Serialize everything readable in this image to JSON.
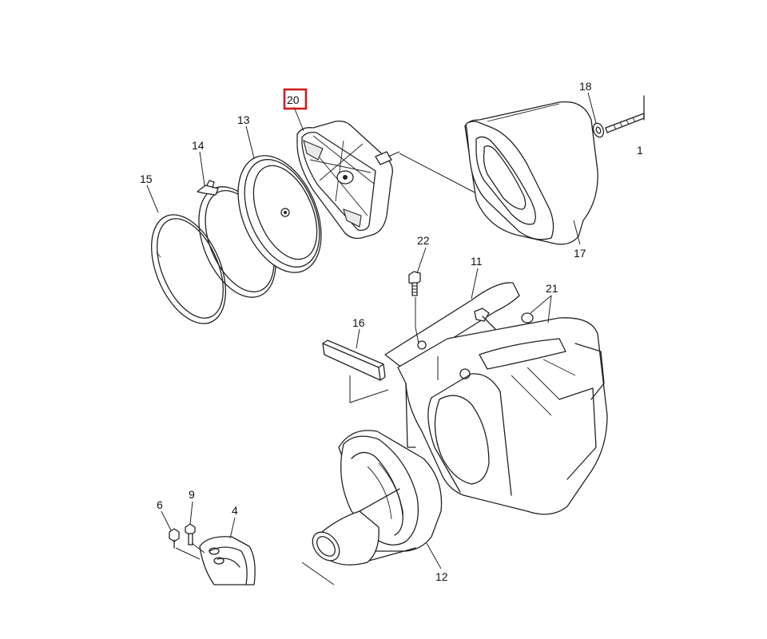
{
  "diagram": {
    "highlight_color": "#d11c1c",
    "highlighted_part": "20",
    "labels": {
      "p4": "4",
      "p6": "6",
      "p9": "9",
      "p11": "11",
      "p12": "12",
      "p13": "13",
      "p14": "14",
      "p15": "15",
      "p16": "16",
      "p17": "17",
      "p18": "18",
      "p19": "1",
      "p20": "20",
      "p21": "21",
      "p22": "22"
    }
  }
}
